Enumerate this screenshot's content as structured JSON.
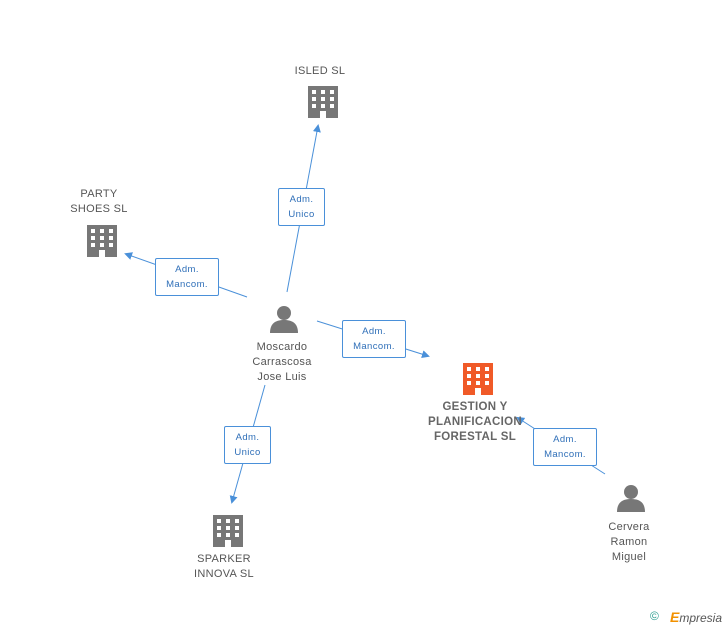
{
  "nodes": {
    "isled": {
      "label": "ISLED SL",
      "type": "company"
    },
    "party_shoes": {
      "label": "PARTY\nSHOES SL",
      "type": "company"
    },
    "moscardo": {
      "label": "Moscardo\nCarrascosa\nJose Luis",
      "type": "person"
    },
    "gestion": {
      "label": "GESTION Y\nPLANIFICACION\nFORESTAL SL",
      "type": "company",
      "focus": true
    },
    "sparker": {
      "label": "SPARKER\nINNOVA SL",
      "type": "company"
    },
    "cervera": {
      "label": "Cervera\nRamon\nMiguel",
      "type": "person"
    }
  },
  "edges": [
    {
      "from": "moscardo",
      "to": "isled",
      "label": "Adm.\nUnico"
    },
    {
      "from": "moscardo",
      "to": "party_shoes",
      "label": "Adm.\nMancom."
    },
    {
      "from": "moscardo",
      "to": "gestion",
      "label": "Adm.\nMancom."
    },
    {
      "from": "moscardo",
      "to": "sparker",
      "label": "Adm.\nUnico"
    },
    {
      "from": "cervera",
      "to": "gestion",
      "label": "Adm.\nMancom."
    }
  ],
  "footer": {
    "copyright_symbol": "©",
    "brand_first": "E",
    "brand_rest": "mpresia"
  },
  "colors": {
    "edge": "#4a90d9",
    "company_icon": "#777777",
    "focus_icon": "#f05a28",
    "person_icon": "#777777"
  }
}
